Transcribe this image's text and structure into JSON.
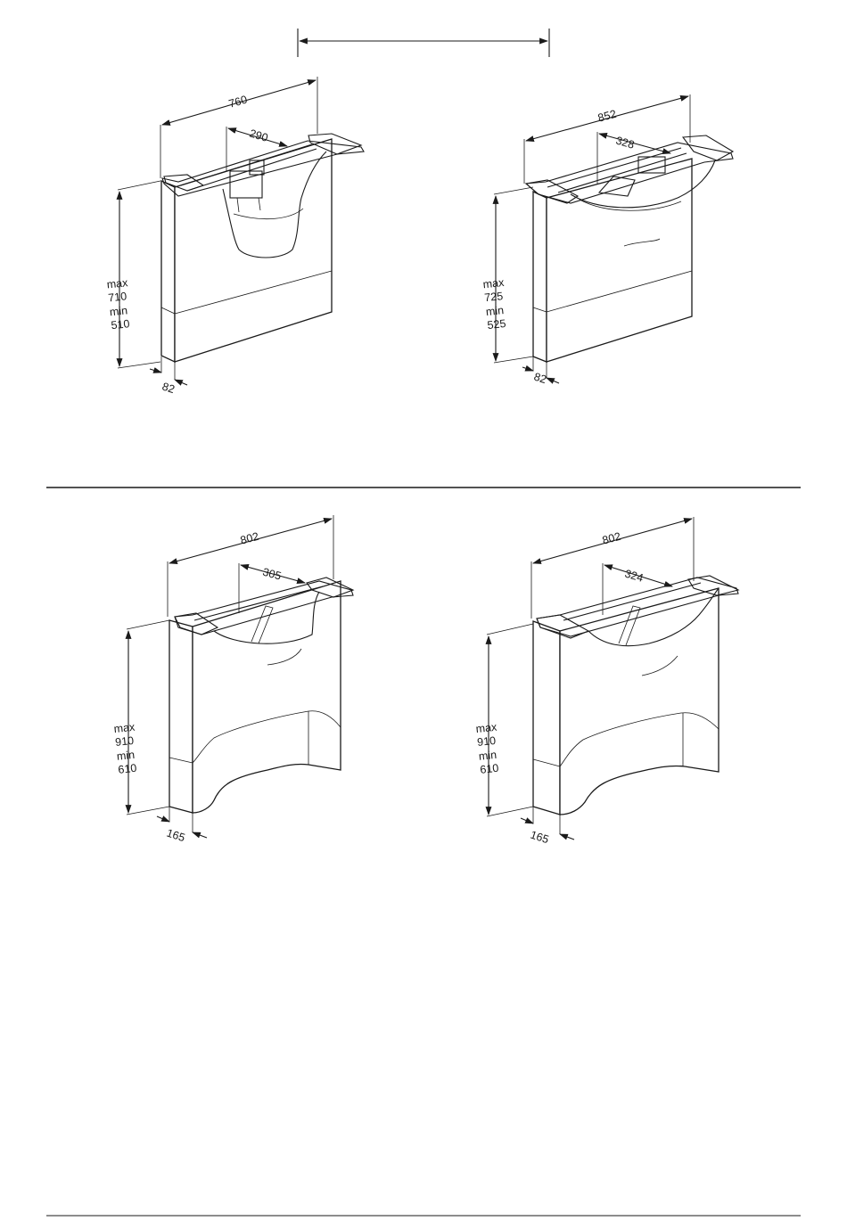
{
  "dimensions": {
    "top_left": {
      "width": "760",
      "depth_inner": "290",
      "height_max_label": "max",
      "height_max": "710",
      "height_min_label": "min",
      "height_min": "510",
      "thickness": "82"
    },
    "top_right": {
      "width": "852",
      "depth_inner": "328",
      "height_max_label": "max",
      "height_max": "725",
      "height_min_label": "min",
      "height_min": "525",
      "thickness": "82"
    },
    "bottom_left": {
      "width": "802",
      "depth_inner": "305",
      "height_max_label": "max",
      "height_max": "910",
      "height_min_label": "min",
      "height_min": "610",
      "thickness": "165"
    },
    "bottom_right": {
      "width": "802",
      "depth_inner": "324",
      "height_max_label": "max",
      "height_max": "910",
      "height_min_label": "min",
      "height_min": "610",
      "thickness": "165"
    }
  },
  "colors": {
    "line": "#1a1a1a",
    "background": "#ffffff"
  }
}
